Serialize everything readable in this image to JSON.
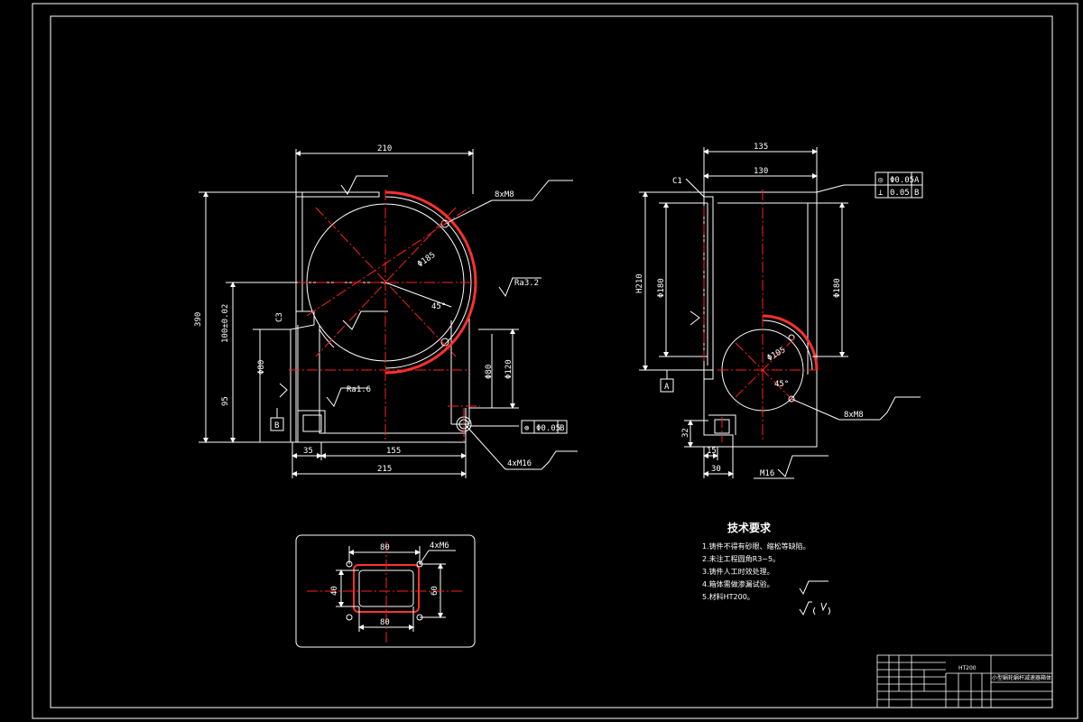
{
  "colors": {
    "background": "#000000",
    "outline": "#ffffff",
    "centerline": "#ff2020",
    "hatch": "#ff3030"
  },
  "front_view": {
    "dims": {
      "width_top": "210",
      "height_left": "390",
      "bolt_circle": "8xM8",
      "diameter_main": "Φ185",
      "angle": "45°",
      "bore_small": "Φ80",
      "left_height": "100±0.02",
      "left_lower": "95",
      "base_left": "35",
      "base_mid": "155",
      "base_total": "215",
      "bottom_holes": "4xM16",
      "right_bore": "Φ120",
      "right_bore2": "Φ80",
      "chamfer": "C3"
    },
    "roughness": {
      "top": "",
      "mid": "",
      "right": "Ra3.2",
      "left_low": "Ra1.6"
    },
    "datum_b": "B",
    "tolerance_right": {
      "symbol": "⊚",
      "value": "Φ0.05",
      "datum": "B"
    }
  },
  "side_view": {
    "dims": {
      "width_top": "135",
      "width_inner": "130",
      "chamfer": "C1",
      "height_left": "H210",
      "bore_left": "Φ180",
      "bore_right": "Φ180",
      "diameter_small": "Φ105",
      "angle": "45°",
      "bolt_circle": "8xM8",
      "base_height": "32",
      "base_w1": "15",
      "base_w2": "30",
      "thread": "M16"
    },
    "datum_a": "A",
    "tolerance": [
      {
        "symbol": "◎",
        "value": "Φ0.05",
        "datum": "A"
      },
      {
        "symbol": "⊥",
        "value": "0.05",
        "datum": "B"
      }
    ]
  },
  "bottom_view": {
    "dims": {
      "top": "80",
      "holes": "4xM6",
      "left": "40",
      "right": "60",
      "bottom": "80"
    }
  },
  "tech_requirements": {
    "title": "技术要求",
    "lines": [
      "1.铸件不得有砂眼、缩松等缺陷。",
      "2.未注工程圆角R3~5。",
      "3.铸件人工时效处理。",
      "4.箱体需做渗漏试验。",
      "5.材料HT200。"
    ]
  },
  "title_block": {
    "material": "HT200",
    "part_name": "小型蜗轮蜗杆减速器箱体"
  }
}
